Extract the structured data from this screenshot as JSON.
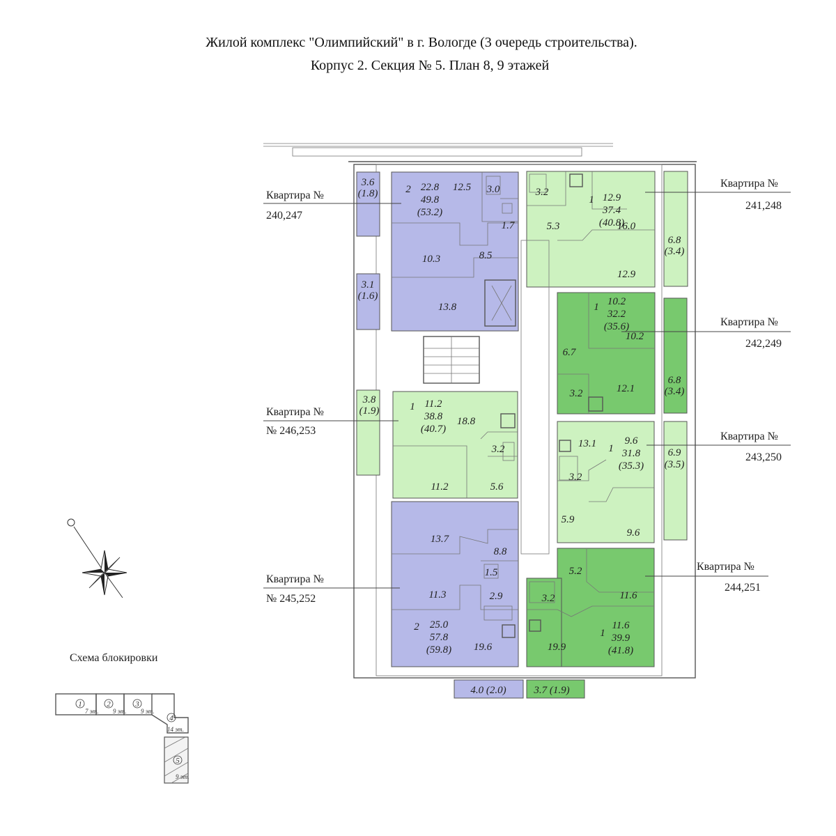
{
  "title": {
    "line1": "Жилой комплекс \"Олимпийский\" в г. Вологде (3 очередь строительства).",
    "line2": "Корпус 2. Секция № 5. План 8, 9 этажей"
  },
  "colors": {
    "blue": "#b6b9e8",
    "light_green": "#cdf2c0",
    "dark_green": "#78c96e",
    "wall": "#555555"
  },
  "apartments": [
    {
      "id": "apt-240-247",
      "label": "Квартира №",
      "numbers": "240,247",
      "color": "blue",
      "rooms_count": "2",
      "living": "22.8",
      "total": "49.8",
      "total_with_balcony": "(53.2)"
    },
    {
      "id": "apt-241-248",
      "label": "Квартира №",
      "numbers": "241,248",
      "color": "light_green",
      "rooms_count": "1",
      "living": "12.9",
      "total": "37.4",
      "total_with_balcony": "(40.8)"
    },
    {
      "id": "apt-242-249",
      "label": "Квартира №",
      "numbers": "242,249",
      "color": "dark_green",
      "rooms_count": "1",
      "living": "10.2",
      "total": "32.2",
      "total_with_balcony": "(35.6)"
    },
    {
      "id": "apt-246-253",
      "label": "Квартира №",
      "numbers": "№ 246,253",
      "color": "light_green",
      "rooms_count": "1",
      "living": "11.2",
      "total": "38.8",
      "total_with_balcony": "(40.7)"
    },
    {
      "id": "apt-243-250",
      "label": "Квартира №",
      "numbers": "243,250",
      "color": "light_green",
      "rooms_count": "1",
      "living": "9.6",
      "total": "31.8",
      "total_with_balcony": "(35.3)"
    },
    {
      "id": "apt-245-252",
      "label": "Квартира №",
      "numbers": "№ 245,252",
      "color": "blue",
      "rooms_count": "2",
      "living": "25.0",
      "total": "57.8",
      "total_with_balcony": "(59.8)"
    },
    {
      "id": "apt-244-251",
      "label": "Квартира №",
      "numbers": "244,251",
      "color": "dark_green",
      "rooms_count": "1",
      "living": "11.6",
      "total": "39.9",
      "total_with_balcony": "(41.8)"
    }
  ],
  "room_areas": {
    "a240_balcony1": "3.6",
    "a240_balcony1_eff": "(1.8)",
    "a240_kitchen": "12.5",
    "a240_bath": "3.0",
    "a240_wc": "1.7",
    "a240_room1": "10.3",
    "a240_hall": "8.5",
    "a240_balcony2": "3.1",
    "a240_balcony2_eff": "(1.6)",
    "a240_room2": "13.8",
    "a241_bath": "3.2",
    "a241_hall": "5.3",
    "a241_kitchen": "16.0",
    "a241_room": "12.9",
    "a241_balcony": "6.8",
    "a241_balcony_eff": "(3.4)",
    "a242_room": "10.2",
    "a242_hall": "6.7",
    "a242_bath": "3.2",
    "a242_kitchen": "12.1",
    "a242_balcony": "6.8",
    "a242_balcony_eff": "(3.4)",
    "a246_balcony": "3.8",
    "a246_balcony_eff": "(1.9)",
    "a246_kitchen": "18.8",
    "a246_bath": "3.2",
    "a246_room": "11.2",
    "a246_hall": "5.6",
    "a243_kitchen": "13.1",
    "a243_bath": "3.2",
    "a243_hall": "5.9",
    "a243_room": "9.6",
    "a243_balcony": "6.9",
    "a243_balcony_eff": "(3.5)",
    "a245_room1": "13.7",
    "a245_hall": "8.8",
    "a245_wc": "1.5",
    "a245_room2": "11.3",
    "a245_bath": "2.9",
    "a245_kitchen": "19.6",
    "a245_balcony": "4.0 (2.0)",
    "a244_hall": "5.2",
    "a244_bath": "3.2",
    "a244_room": "11.6",
    "a244_kitchen": "19.9",
    "a244_balcony": "3.7 (1.9)"
  },
  "scheme": {
    "title": "Схема блокировки",
    "blocks": [
      "1",
      "2",
      "3",
      "4",
      "5"
    ],
    "floors": [
      "7 эт.",
      "9 эт.",
      "9 эт.",
      "14 эт.",
      "9 эт."
    ]
  },
  "compass": {
    "icon": "compass-rose-icon"
  }
}
